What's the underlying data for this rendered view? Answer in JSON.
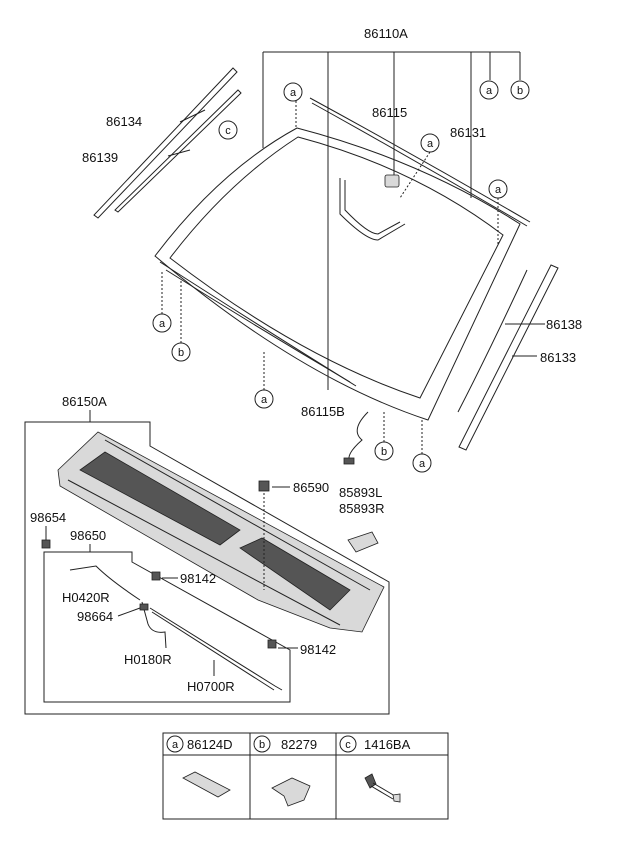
{
  "labels": {
    "p86110A": "86110A",
    "p86115": "86115",
    "p86131": "86131",
    "p86134": "86134",
    "p86139": "86139",
    "p86138": "86138",
    "p86133": "86133",
    "p86115B": "86115B",
    "p86150A": "86150A",
    "p86590": "86590",
    "p85893L": "85893L",
    "p85893R": "85893R",
    "p98654": "98654",
    "p98650": "98650",
    "p98142a": "98142",
    "p98142b": "98142",
    "pH0420R": "H0420R",
    "p98664": "98664",
    "pH0180R": "H0180R",
    "pH0700R": "H0700R"
  },
  "callouts": {
    "a": "a",
    "b": "b",
    "c": "c"
  },
  "legend": [
    {
      "letter": "a",
      "part": "86124D"
    },
    {
      "letter": "b",
      "part": "82279"
    },
    {
      "letter": "c",
      "part": "1416BA"
    }
  ]
}
